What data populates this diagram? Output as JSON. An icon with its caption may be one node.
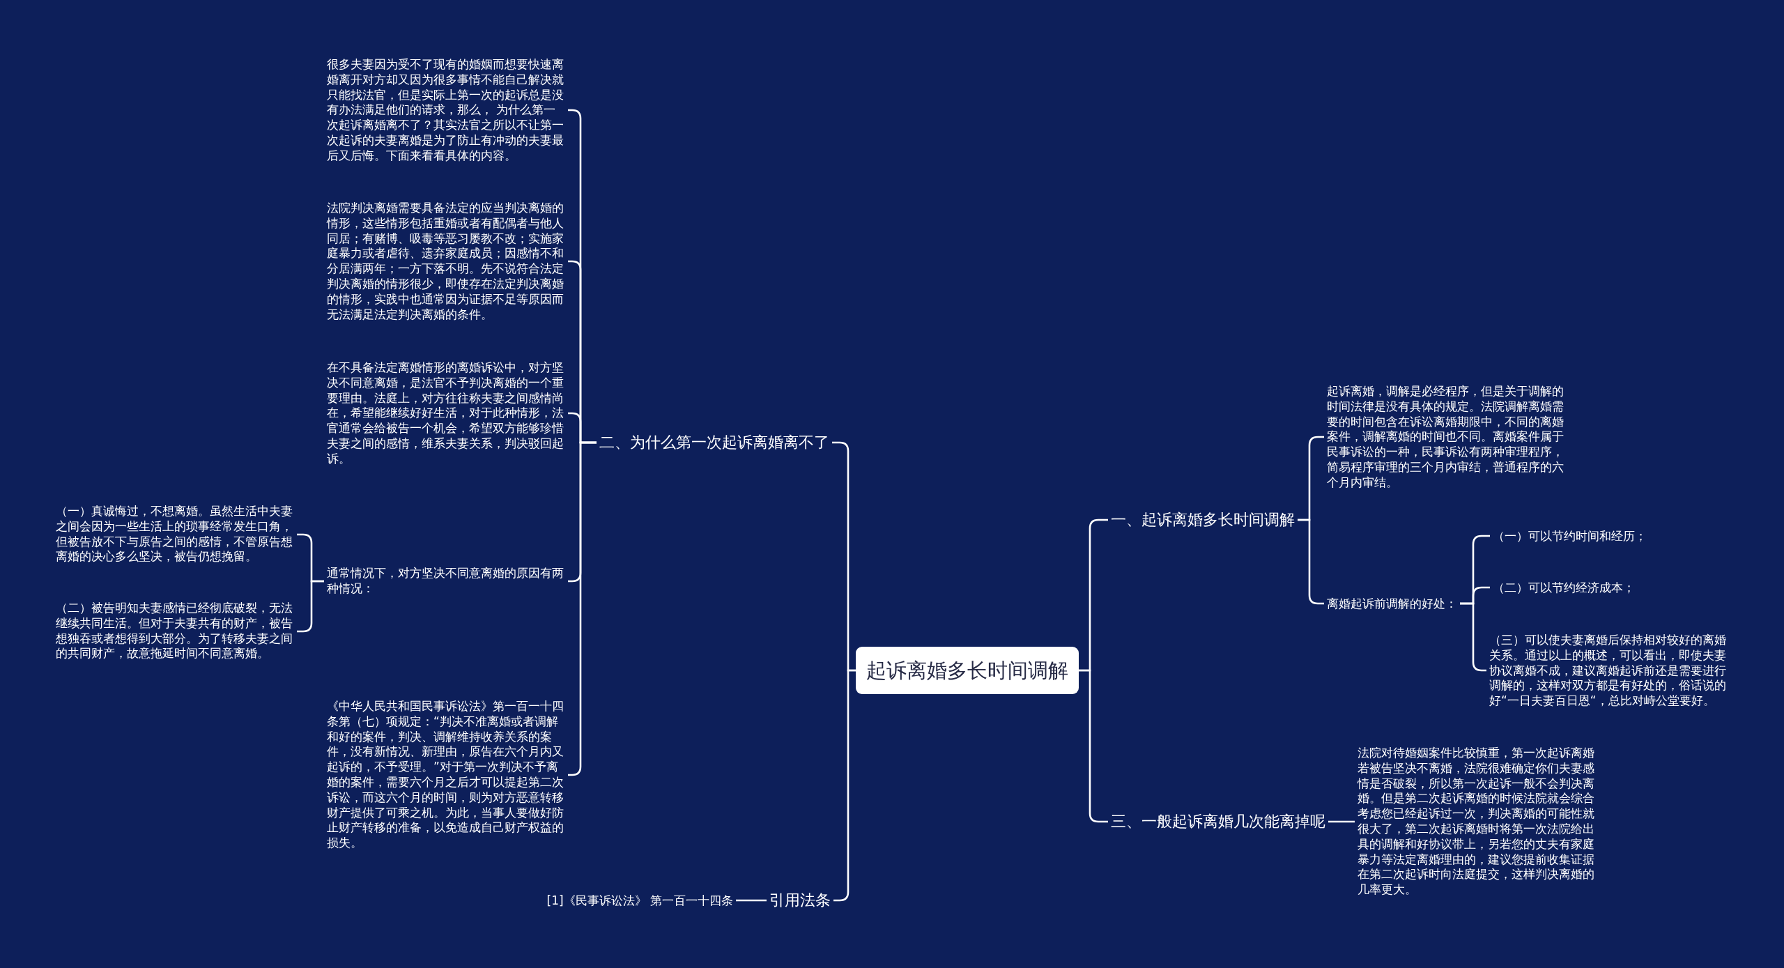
{
  "diagram": {
    "nodes": [
      {
        "text": [
          "起诉离婚多长时间调解"
        ]
      },
      {
        "text": [
          "一、起诉离婚多长时间调解"
        ]
      },
      {
        "text": [
          "起诉离婚，调解是必经程序，但是关于调解的时间法律是没有具体的规定。法院调解离婚需要的时间包含在诉讼离婚期限中，不同的离婚案件，调解离婚的时间也不同。离婚案件属于民事诉讼的一种，民事诉讼有两种审理程序，简易程序审理的三个月内审结，普通程序的六个月内审结。"
        ]
      },
      {
        "text": [
          "离婚起诉前调解的好处："
        ]
      },
      {
        "text": [
          "（一）可以节约时间和经历；"
        ]
      },
      {
        "text": [
          "（二）可以节约经济成本；"
        ]
      },
      {
        "text": [
          "（三）可以使夫妻离婚后保持相对较好的离婚关系。通过以上的概述，可以看出，即使夫妻协议离婚不成，建议离婚起诉前还是需要进行调解的，这样对双方都是有好处的，俗话说的好“一日夫妻百日恩“，总比对峙公堂要好。"
        ]
      },
      {
        "text": [
          "二、为什么第一次起诉离婚离不了"
        ]
      },
      {
        "text": [
          "很多夫妻因为受不了现有的婚姻而想要快速离婚离开对方却又因为很多事情不能自己解决就只能找法官，但是实际上第一次的起诉总是没有办法满足他们的请求，那么， 为什么第一次起诉离婚离不了？其实法官之所以不让第一次起诉的夫妻离婚是为了防止有冲动的夫妻最后又后悔。下面来看看具体的内容。"
        ]
      },
      {
        "text": [
          "法院判决离婚需要具备法定的应当判决离婚的情形，这些情形包括重婚或者有配偶者与他人同居；有赌博、吸毒等恶习屡教不改；实施家庭暴力或者虐待、遗弃家庭成员；因感情不和分居满两年；一方下落不明。先不说符合法定判决离婚的情形很少，即使存在法定判决离婚的情形，实践中也通常因为证据不足等原因而无法满足法定判决离婚的条件。"
        ]
      },
      {
        "text": [
          "在不具备法定离婚情形的离婚诉讼中，对方坚决不同意离婚，是法官不予判决离婚的一个重要理由。法庭上，对方往往称夫妻之间感情尚在，希望能继续好好生活，对于此种情形，法官通常会给被告一个机会，希望双方能够珍惜夫妻之间的感情，维系夫妻关系，判决驳回起诉。"
        ]
      },
      {
        "text": [
          "通常情况下，对方坚决不同意离婚的原因有两种情况："
        ]
      },
      {
        "text": [
          "（一）真诚悔过，不想离婚。虽然生活中夫妻之间会因为一些生活上的琐事经常发生口角，但被告放不下与原告之间的感情，不管原告想离婚的决心多么坚决，被告仍想挽留。"
        ]
      },
      {
        "text": [
          "（二）被告明知夫妻感情已经彻底破裂，无法继续共同生活。但对于夫妻共有的财产，被告想独吞或者想得到大部分。为了转移夫妻之间的共同财产，故意拖延时间不同意离婚。"
        ]
      },
      {
        "text": [
          "《中华人民共和国民事诉讼法》第一百一十四条第（七）项规定：“判决不准离婚或者调解和好的案件，判决、调解维持收养关系的案件，没有新情况、新理由，原告在六个月内又起诉的，不予受理。”对于第一次判决不予离婚的案件，需要六个月之后才可以提起第二次诉讼，而这六个月的时间，则为对方恶意转移财产提供了可乘之机。为此，当事人要做好防止财产转移的准备，以免造成自己财产权益的损失。"
        ]
      },
      {
        "text": [
          "三、一般起诉离婚几次能离掉呢"
        ]
      },
      {
        "text": [
          "法院对待婚姻案件比较慎重，第一次起诉离婚若被告坚决不离婚，法院很难确定你们夫妻感情是否破裂，所以第一次起诉一般不会判决离婚。但是第二次起诉离婚的时候法院就会综合考虑您已经起诉过一次，判决离婚的可能性就很大了，第二次起诉离婚时将第一次法院给出具的调解和好协议带上，另若您的丈夫有家庭暴力等法定离婚理由的，建议您提前收集证据在第二次起诉时向法庭提交，这样判决离婚的几率更大。"
        ]
      },
      {
        "text": [
          "引用法条"
        ]
      },
      {
        "text": [
          "[1]《民事诉讼法》 第一百一十四条"
        ]
      }
    ],
    "edges": [
      {
        "from": 0,
        "to": 1,
        "arrow": "none"
      },
      {
        "from": 1,
        "to": 2,
        "arrow": "none"
      },
      {
        "from": 1,
        "to": 3,
        "arrow": "none"
      },
      {
        "from": 3,
        "to": 4,
        "arrow": "none"
      },
      {
        "from": 3,
        "to": 5,
        "arrow": "none"
      },
      {
        "from": 3,
        "to": 6,
        "arrow": "none"
      },
      {
        "from": 0,
        "to": 7,
        "arrow": "none"
      },
      {
        "from": 7,
        "to": 8,
        "arrow": "none"
      },
      {
        "from": 7,
        "to": 9,
        "arrow": "none"
      },
      {
        "from": 7,
        "to": 10,
        "arrow": "none"
      },
      {
        "from": 7,
        "to": 11,
        "arrow": "none"
      },
      {
        "from": 11,
        "to": 12,
        "arrow": "none"
      },
      {
        "from": 11,
        "to": 13,
        "arrow": "none"
      },
      {
        "from": 7,
        "to": 14,
        "arrow": "none"
      },
      {
        "from": 0,
        "to": 15,
        "arrow": "none"
      },
      {
        "from": 15,
        "to": 16,
        "arrow": "none"
      },
      {
        "from": 0,
        "to": 17,
        "arrow": "none"
      },
      {
        "from": 17,
        "to": 18,
        "arrow": "none"
      }
    ]
  }
}
